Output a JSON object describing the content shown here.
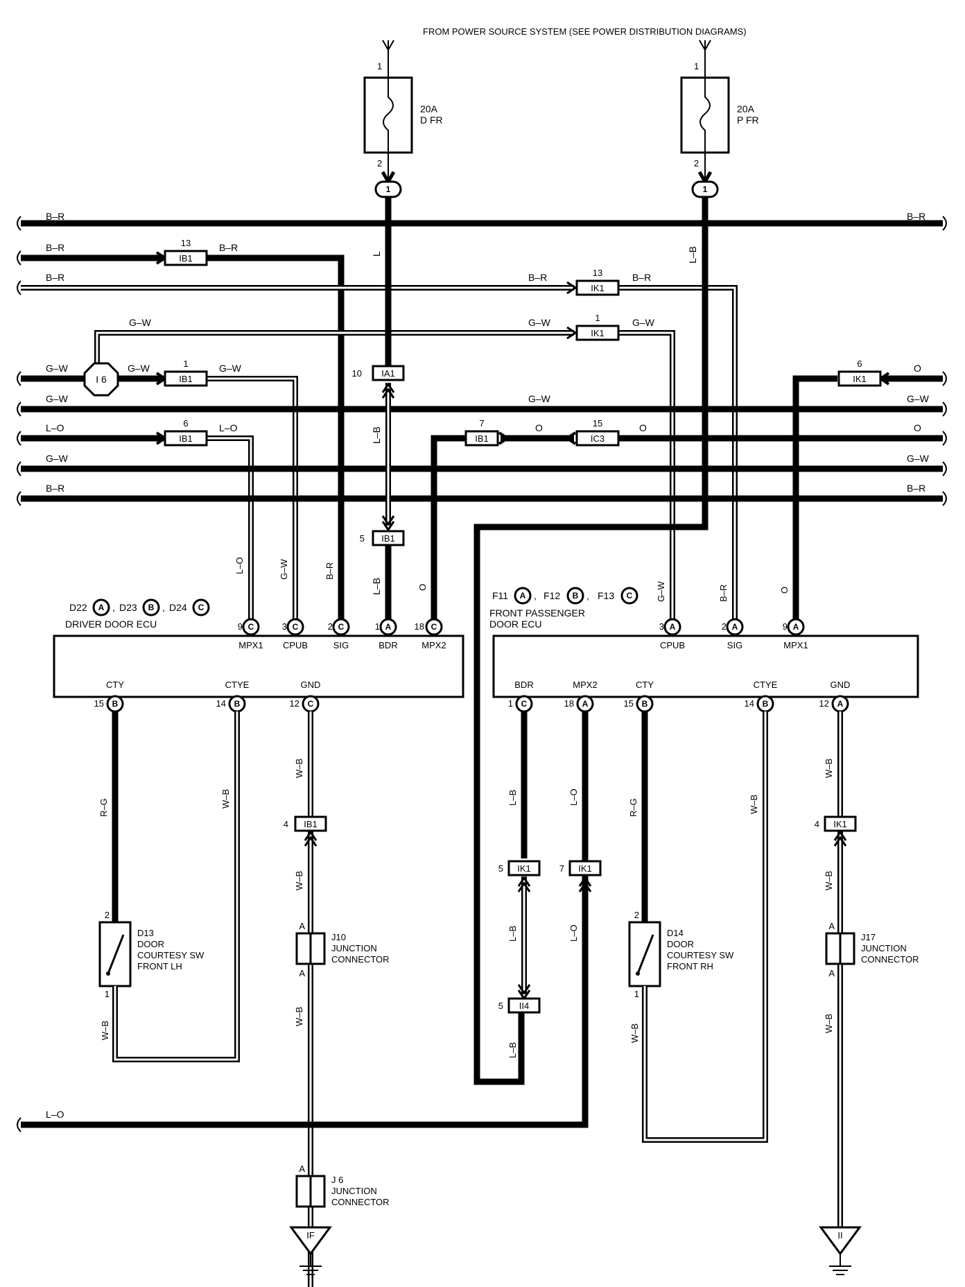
{
  "header": {
    "title": "FROM POWER SOURCE SYSTEM (SEE POWER DISTRIBUTION DIAGRAMS)"
  },
  "fuses": [
    {
      "rating": "20A",
      "name": "D FR",
      "pin_in": "1",
      "pin_out": "2",
      "joint": "1"
    },
    {
      "rating": "20A",
      "name": "P FR",
      "pin_in": "1",
      "pin_out": "2",
      "joint": "1"
    }
  ],
  "bus_labels": {
    "b_r": "B–R",
    "g_w": "G–W",
    "l_o": "L–O",
    "o": "O",
    "l_b": "L–B",
    "l": "L"
  },
  "splice": {
    "name": "I 6"
  },
  "connectors": {
    "ib1_13": {
      "id": "IB1",
      "pin": "13"
    },
    "ik1_13": {
      "id": "IK1",
      "pin": "13"
    },
    "ik1_1": {
      "id": "IK1",
      "pin": "1"
    },
    "ib1_1": {
      "id": "IB1",
      "pin": "1"
    },
    "ia1_10": {
      "id": "IA1",
      "pin": "10"
    },
    "ik1_6": {
      "id": "IK1",
      "pin": "6"
    },
    "ib1_7": {
      "id": "IB1",
      "pin": "7"
    },
    "ic3_15": {
      "id": "IC3",
      "pin": "15"
    },
    "ib1_6": {
      "id": "IB1",
      "pin": "6"
    },
    "ib1_5": {
      "id": "IB1",
      "pin": "5"
    },
    "ib1_4": {
      "id": "IB1",
      "pin": "4"
    },
    "ik1_5": {
      "id": "IK1",
      "pin": "5"
    },
    "ik1_7": {
      "id": "IK1",
      "pin": "7"
    },
    "ik1_4": {
      "id": "IK1",
      "pin": "4"
    },
    "ii4_5": {
      "id": "II4",
      "pin": "5"
    }
  },
  "driver_ecu": {
    "refs": [
      {
        "code": "D22",
        "letter": "A"
      },
      {
        "code": "D23",
        "letter": "B"
      },
      {
        "code": "D24",
        "letter": "C"
      }
    ],
    "name": "DRIVER DOOR ECU",
    "top_pins": [
      {
        "num": "9",
        "letter": "C",
        "name": "MPX1",
        "wire": "L–O"
      },
      {
        "num": "3",
        "letter": "C",
        "name": "CPUB",
        "wire": "G–W"
      },
      {
        "num": "2",
        "letter": "C",
        "name": "SIG",
        "wire": "B–R"
      },
      {
        "num": "1",
        "letter": "A",
        "name": "BDR",
        "wire": "L–B"
      },
      {
        "num": "18",
        "letter": "C",
        "name": "MPX2",
        "wire": "O"
      }
    ],
    "bottom_pins": [
      {
        "num": "15",
        "letter": "B",
        "name": "CTY"
      },
      {
        "num": "14",
        "letter": "B",
        "name": "CTYE"
      },
      {
        "num": "12",
        "letter": "C",
        "name": "GND"
      }
    ]
  },
  "passenger_ecu": {
    "refs": [
      {
        "code": "F11",
        "letter": "A"
      },
      {
        "code": "F12",
        "letter": "B"
      },
      {
        "code": "F13",
        "letter": "C"
      }
    ],
    "name_line1": "FRONT PASSENGER",
    "name_line2": "DOOR ECU",
    "top_pins": [
      {
        "num": "3",
        "letter": "A",
        "name": "CPUB",
        "wire": "G–W"
      },
      {
        "num": "2",
        "letter": "A",
        "name": "SIG",
        "wire": "B–R"
      },
      {
        "num": "9",
        "letter": "A",
        "name": "MPX1",
        "wire": "O"
      }
    ],
    "bottom_pins": [
      {
        "num": "1",
        "letter": "C",
        "name": "BDR"
      },
      {
        "num": "18",
        "letter": "A",
        "name": "MPX2"
      },
      {
        "num": "15",
        "letter": "B",
        "name": "CTY"
      },
      {
        "num": "14",
        "letter": "B",
        "name": "CTYE"
      },
      {
        "num": "12",
        "letter": "A",
        "name": "GND"
      }
    ]
  },
  "wires_down": {
    "r_g": "R–G",
    "w_b": "W–B",
    "l_b": "L–B",
    "l_o": "L–O"
  },
  "switches": [
    {
      "code": "D13",
      "line1": "DOOR",
      "line2": "COURTESY SW",
      "line3": "FRONT LH",
      "pin_top": "2",
      "pin_bottom": "1"
    },
    {
      "code": "D14",
      "line1": "DOOR",
      "line2": "COURTESY SW",
      "line3": "FRONT RH",
      "pin_top": "2",
      "pin_bottom": "1"
    }
  ],
  "junctions": [
    {
      "code": "J10",
      "line1": "JUNCTION",
      "line2": "CONNECTOR",
      "pin_top": "A",
      "pin_bottom": "A"
    },
    {
      "code": "J17",
      "line1": "JUNCTION",
      "line2": "CONNECTOR",
      "pin_top": "A",
      "pin_bottom": "A"
    },
    {
      "code": "J 6",
      "line1": "JUNCTION",
      "line2": "CONNECTOR",
      "pin_top": "A"
    }
  ],
  "grounds": [
    {
      "name": "IF"
    },
    {
      "name": "II"
    }
  ]
}
